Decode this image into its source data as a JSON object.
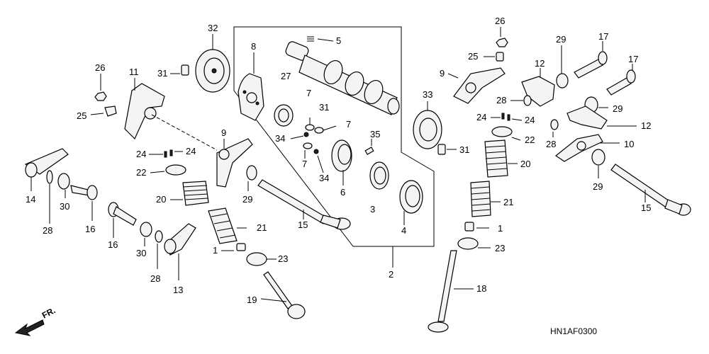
{
  "diagram_code": "HN1AF0300",
  "direction_marker": "FR.",
  "callouts": {
    "c1a": "1",
    "c1b": "1",
    "c2": "2",
    "c3": "3",
    "c4": "4",
    "c5": "5",
    "c6": "6",
    "c7a": "7",
    "c7b": "7",
    "c7c": "7",
    "c8": "8",
    "c9a": "9",
    "c9b": "9",
    "c10": "10",
    "c11": "11",
    "c12a": "12",
    "c12b": "12",
    "c13": "13",
    "c14": "14",
    "c15a": "15",
    "c15b": "15",
    "c16a": "16",
    "c16b": "16",
    "c17a": "17",
    "c17b": "17",
    "c18": "18",
    "c19": "19",
    "c20a": "20",
    "c20b": "20",
    "c21a": "21",
    "c21b": "21",
    "c22a": "22",
    "c22b": "22",
    "c23a": "23",
    "c23b": "23",
    "c24a": "24",
    "c24b": "24",
    "c24c": "24",
    "c24d": "24",
    "c25a": "25",
    "c25b": "25",
    "c26a": "26",
    "c26b": "26",
    "c27": "27",
    "c28a": "28",
    "c28b": "28",
    "c28c": "28",
    "c28d": "28",
    "c29a": "29",
    "c29b": "29",
    "c29c": "29",
    "c29d": "29",
    "c30a": "30",
    "c30b": "30",
    "c31a": "31",
    "c31b": "31",
    "c32": "32",
    "c33": "33",
    "c34a": "34",
    "c34b": "34",
    "c35": "35"
  }
}
